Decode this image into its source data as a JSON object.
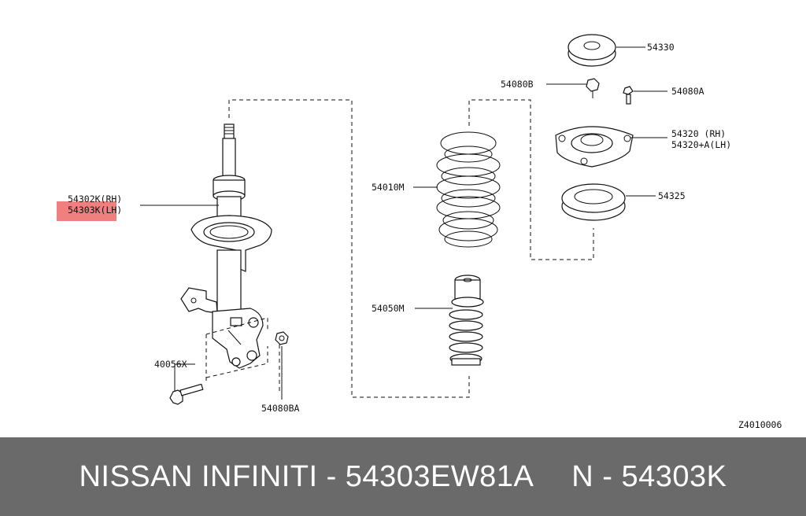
{
  "diagram": {
    "code": "Z4010006",
    "labels": {
      "p54330": "54330",
      "p54080b": "54080B",
      "p54080a": "54080A",
      "p54320_rh": "54320 (RH)",
      "p54320_lh": "54320+A(LH)",
      "p54325": "54325",
      "p54010m": "54010M",
      "p54050m": "54050M",
      "p54302k": "54302K(RH)",
      "p54303k": "54303K(LH)",
      "p40056x": "40056X",
      "p54080ba": "54080BA"
    },
    "highlight_color": "#f07f7f"
  },
  "banner": {
    "brand": "NISSAN  INFINITI - 54303EW81A",
    "part": "N - 54303K"
  }
}
